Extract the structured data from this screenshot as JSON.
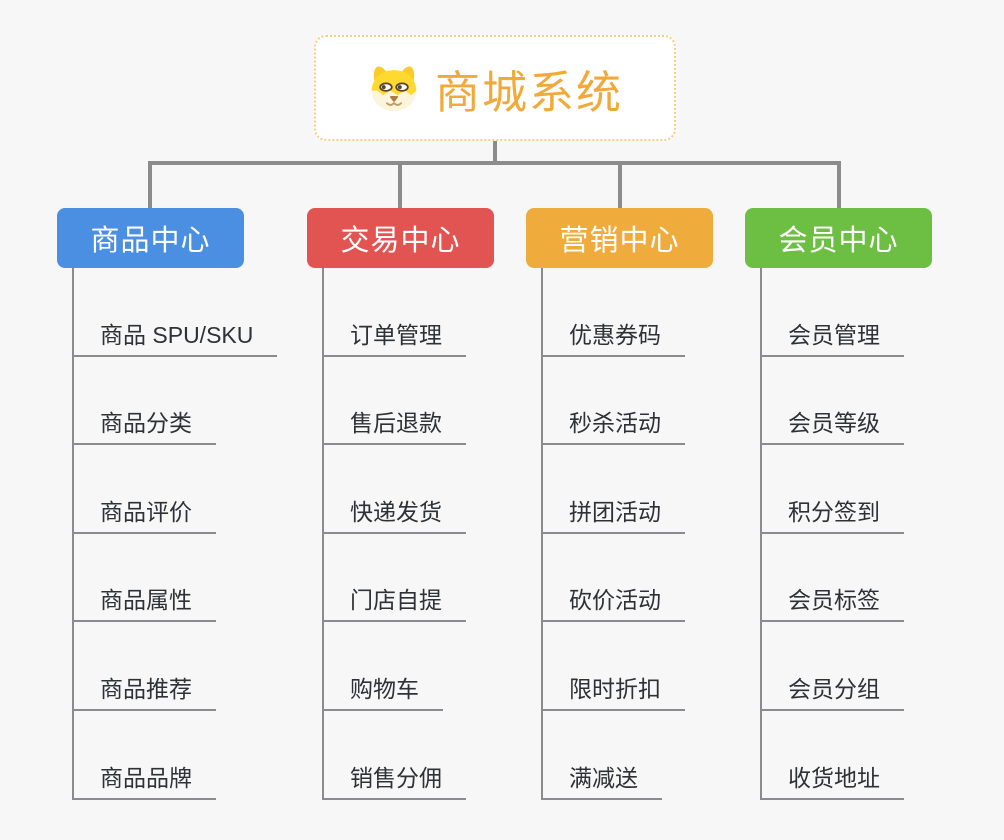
{
  "root": {
    "title": "商城系统",
    "icon": "dog-face-icon"
  },
  "branches": [
    {
      "label": "商品中心",
      "color": "#4B8FE2",
      "items": [
        "商品 SPU/SKU",
        "商品分类",
        "商品评价",
        "商品属性",
        "商品推荐",
        "商品品牌"
      ]
    },
    {
      "label": "交易中心",
      "color": "#E25451",
      "items": [
        "订单管理",
        "售后退款",
        "快递发货",
        "门店自提",
        "购物车",
        "销售分佣"
      ]
    },
    {
      "label": "营销中心",
      "color": "#EFAC3D",
      "items": [
        "优惠券码",
        "秒杀活动",
        "拼团活动",
        "砍价活动",
        "限时折扣",
        "满减送"
      ]
    },
    {
      "label": "会员中心",
      "color": "#6CBF43",
      "items": [
        "会员管理",
        "会员等级",
        "积分签到",
        "会员标签",
        "会员分组",
        "收货地址"
      ]
    }
  ],
  "colors": {
    "background": "#F7F7F7",
    "root_text": "#F1A93A",
    "root_border": "#F5CD8A",
    "tree_line": "#8C8C8C",
    "leaf_line": "#8A8B8E",
    "leaf_text": "#2E3135",
    "branch_text": "#FFFFFF"
  }
}
